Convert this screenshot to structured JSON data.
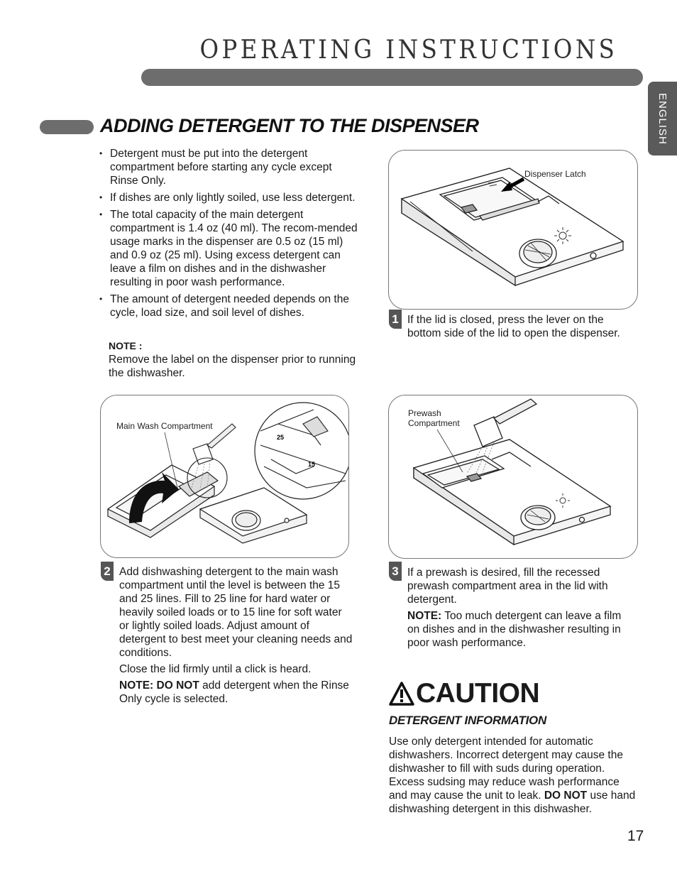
{
  "header": {
    "title": "OPERATING INSTRUCTIONS"
  },
  "lang_tab": "ENGLISH",
  "section": {
    "title": "ADDING DETERGENT TO THE DISPENSER"
  },
  "bullets": [
    "Detergent must be put into the detergent compartment before starting any cycle except Rinse Only.",
    "If dishes are only lightly soiled, use less detergent.",
    "The total capacity of the main detergent compartment is 1.4 oz (40 ml). The recom-mended usage marks in the dispenser are 0.5 oz (15 ml) and 0.9 oz (25 ml). Using excess detergent can leave a film on dishes and in the dishwasher resulting in poor wash performance.",
    "The amount of detergent needed depends on the cycle, load size, and soil level of dishes."
  ],
  "note1": {
    "label": "NOTE :",
    "text": "Remove the label on the dispenser prior to running the dishwasher."
  },
  "step1": {
    "num": "1",
    "callout": "Dispenser Latch",
    "text": "If the lid is closed, press the lever on the bottom side of the lid to open the dispenser."
  },
  "step2": {
    "num": "2",
    "callout": "Main Wash Compartment",
    "mark_25": "25",
    "mark_15": "15",
    "text": "Add dishwashing detergent to the main wash compartment until the level is between the 15 and 25 lines. Fill to 25 line for hard water or heavily soiled loads or to 15 line for soft water or lightly soiled loads. Adjust amount of detergent to best meet your cleaning needs and conditions.",
    "text2": "Close the lid firmly until a click is heard.",
    "note_label": "NOTE: DO NOT",
    "note_text": " add detergent when the Rinse Only cycle is selected."
  },
  "step3": {
    "num": "3",
    "callout_line1": "Prewash",
    "callout_line2": "Compartment",
    "text": "If a prewash is desired, fill the recessed prewash compartment area in the lid with detergent.",
    "note_label": "NOTE:",
    "note_text": " Too much detergent can leave a film on dishes and in the dishwasher resulting in poor wash performance."
  },
  "caution": {
    "heading": "CAUTION",
    "subheading": "DETERGENT INFORMATION",
    "body_pre": "Use only detergent intended for automatic dishwashers. Incorrect detergent may cause the dishwasher to fill with suds during operation. Excess sudsing may reduce wash performance and may cause the unit to leak. ",
    "body_bold": "DO NOT",
    "body_post": " use hand dishwashing detergent in this dishwasher."
  },
  "page_number": "17"
}
